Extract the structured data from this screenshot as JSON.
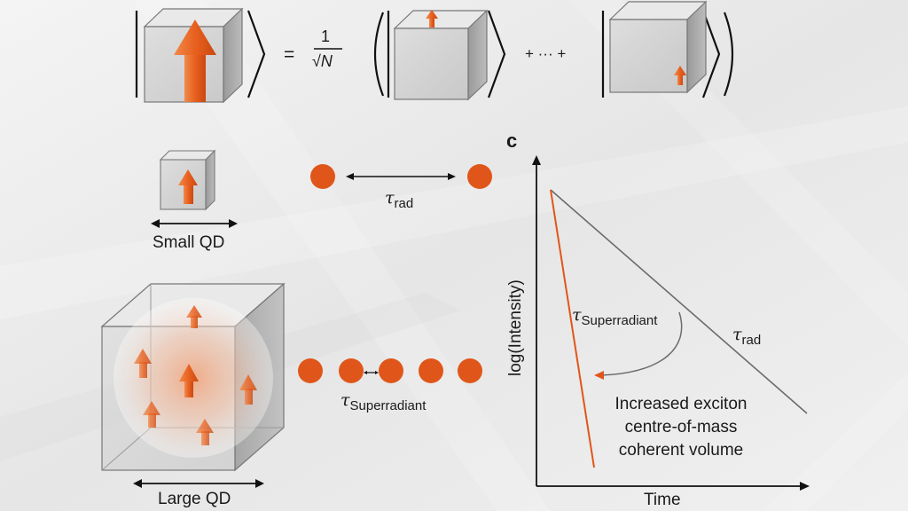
{
  "panel_label": "c",
  "equation": {
    "equals": "=",
    "frac_num": "1",
    "frac_den": "√N",
    "plus_dots_plus": "+ ··· +"
  },
  "small_qd": {
    "label": "Small QD",
    "tau_symbol": "τ",
    "tau_sub": "rad"
  },
  "large_qd": {
    "label": "Large QD",
    "tau_symbol": "τ",
    "tau_sub": "Superradiant"
  },
  "graph": {
    "ylabel": "log(Intensity)",
    "xlabel": "Time",
    "tau_fast_symbol": "τ",
    "tau_fast_sub": "Superradiant",
    "tau_slow_symbol": "τ",
    "tau_slow_sub": "rad",
    "annotation_lines": [
      "Increased exciton",
      "centre-of-mass",
      "coherent volume"
    ]
  },
  "colors": {
    "accent_orange": "#e0561a",
    "background": "#ececec",
    "line_gray": "#6b6b6b",
    "axis": "#111111"
  }
}
